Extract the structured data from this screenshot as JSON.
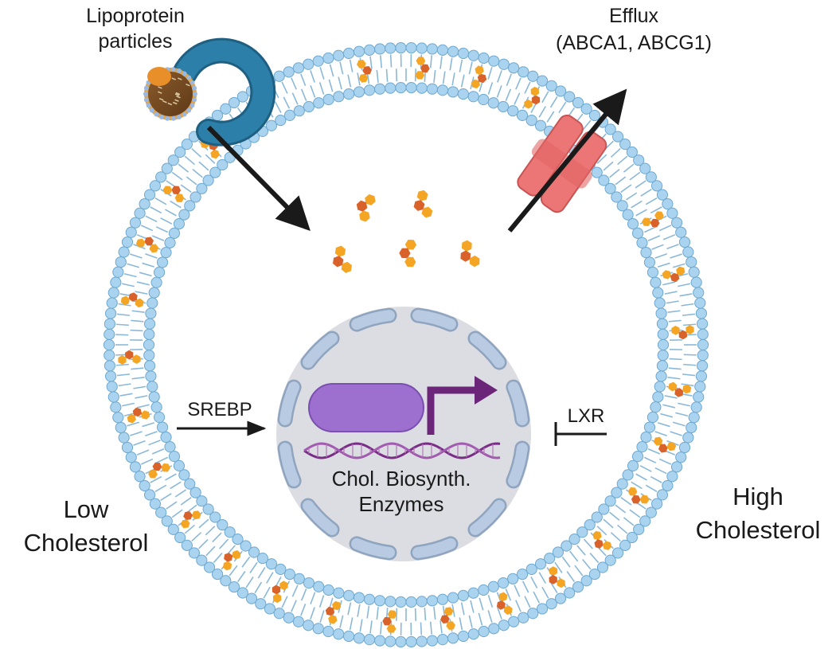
{
  "labels": {
    "lipoprotein_line1": "Lipoprotein",
    "lipoprotein_line2": "particles",
    "efflux_line1": "Efflux",
    "efflux_line2": "(ABCA1, ABCG1)",
    "srebp": "SREBP",
    "lxr": "LXR",
    "enzymes_line1": "Chol. Biosynth.",
    "enzymes_line2": "Enzymes",
    "low_line1": "Low",
    "low_line2": "Cholesterol",
    "high_line1": "High",
    "high_line2": "Cholesterol"
  },
  "colors": {
    "membrane_bead": "#a9d3ee",
    "membrane_bead_stroke": "#6fa9d0",
    "membrane_tail": "#8ab8d8",
    "chol_orange": "#f5a524",
    "chol_red": "#d9622b",
    "receptor": "#2c7fa8",
    "transporter": "#ec7575",
    "nucleus_fill": "#dcdde2",
    "nuclear_envelope": "#b9cbe3",
    "gene_box": "#9d6fce",
    "promoter_arrow": "#6b2579",
    "dna": "#7a2d86",
    "arrow": "#1a1a1a"
  }
}
